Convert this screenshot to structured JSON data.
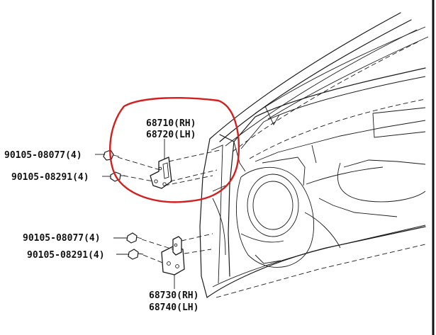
{
  "callouts": {
    "upper_hinge_rh": "68710(RH)",
    "upper_hinge_lh": "68720(LH)",
    "upper_bolt_a": "90105-08077(4)",
    "upper_bolt_b": "90105-08291(4)",
    "lower_bolt_a": "90105-08077(4)",
    "lower_bolt_b": "90105-08291(4)",
    "lower_hinge_rh": "68730(RH)",
    "lower_hinge_lh": "68740(LH)"
  },
  "colors": {
    "highlight": "#d41f1f",
    "ink": "#1a1a1a",
    "background": "#ffffff"
  }
}
